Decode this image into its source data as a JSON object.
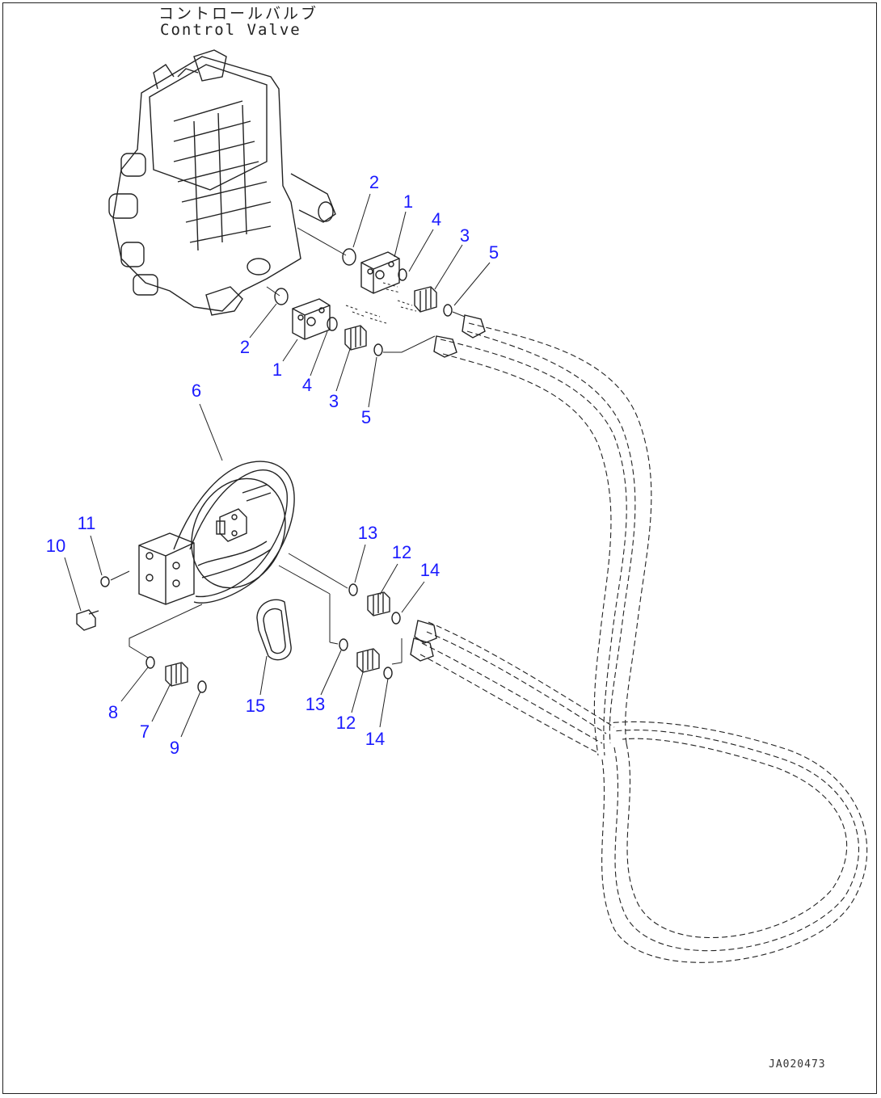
{
  "title": {
    "japanese": "コントロールバルブ",
    "english": "Control Valve"
  },
  "drawing_id": "JA020473",
  "callouts": [
    "2",
    "1",
    "4",
    "3",
    "5",
    "2",
    "1",
    "4",
    "3",
    "5",
    "6",
    "11",
    "10",
    "13",
    "12",
    "14",
    "8",
    "7",
    "9",
    "15",
    "13",
    "12",
    "14"
  ],
  "colors": {
    "callout": "#1a1aff",
    "linework": "#222222"
  }
}
